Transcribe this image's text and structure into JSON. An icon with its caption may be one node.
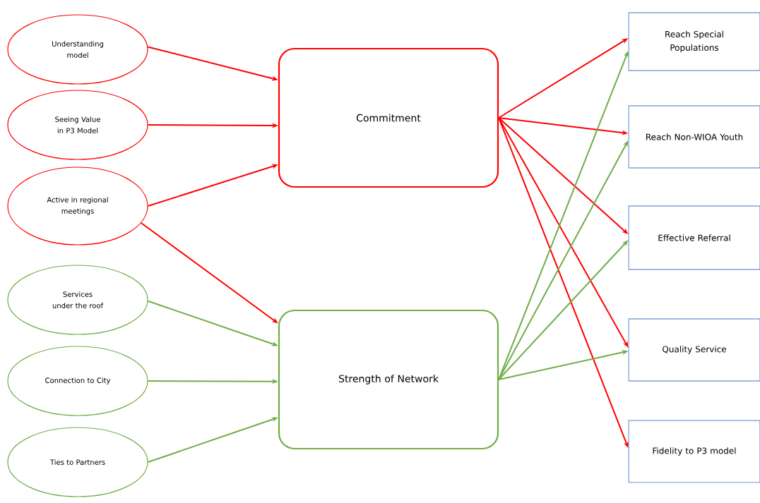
{
  "diagram": {
    "nodes": [
      {
        "text": [
          "Understanding model"
        ]
      },
      {
        "text": [
          "Seeing Value in P3 Model"
        ]
      },
      {
        "text": [
          "Active in regional meetings"
        ]
      },
      {
        "text": [
          "Services under the roof"
        ]
      },
      {
        "text": [
          "Connection to City"
        ]
      },
      {
        "text": [
          "Ties to Partners"
        ]
      },
      {
        "text": [
          "Commitment"
        ]
      },
      {
        "text": [
          "Strength of Network"
        ]
      },
      {
        "text": [
          "Reach Special Populations"
        ]
      },
      {
        "text": [
          "Reach Non-WIOA Youth"
        ]
      },
      {
        "text": [
          "Effective Referral"
        ]
      },
      {
        "text": [
          "Quality Service"
        ]
      },
      {
        "text": [
          "Fidelity to P3 model"
        ]
      }
    ],
    "edges": [
      {
        "from": 0,
        "to": 6,
        "arrow": "to"
      },
      {
        "from": 1,
        "to": 6,
        "arrow": "to"
      },
      {
        "from": 2,
        "to": 6,
        "arrow": "to"
      },
      {
        "from": 2,
        "to": 7,
        "arrow": "to"
      },
      {
        "from": 3,
        "to": 7,
        "arrow": "to",
        "color": "#70ad47"
      },
      {
        "from": 4,
        "to": 7,
        "arrow": "to",
        "color": "#70ad47"
      },
      {
        "from": 5,
        "to": 7,
        "arrow": "to",
        "color": "#70ad47"
      },
      {
        "from": 6,
        "to": 8,
        "arrow": "to"
      },
      {
        "from": 6,
        "to": 9,
        "arrow": "to"
      },
      {
        "from": 6,
        "to": 10,
        "arrow": "to"
      },
      {
        "from": 6,
        "to": 11,
        "arrow": "to"
      },
      {
        "from": 6,
        "to": 12,
        "arrow": "to"
      },
      {
        "from": 7,
        "to": 8,
        "arrow": "to",
        "color": "#70ad47"
      },
      {
        "from": 7,
        "to": 9,
        "arrow": "to",
        "color": "#70ad47"
      },
      {
        "from": 7,
        "to": 10,
        "arrow": "to",
        "color": "#70ad47"
      },
      {
        "from": 7,
        "to": 11,
        "arrow": "to",
        "color": "#70ad47"
      }
    ]
  }
}
